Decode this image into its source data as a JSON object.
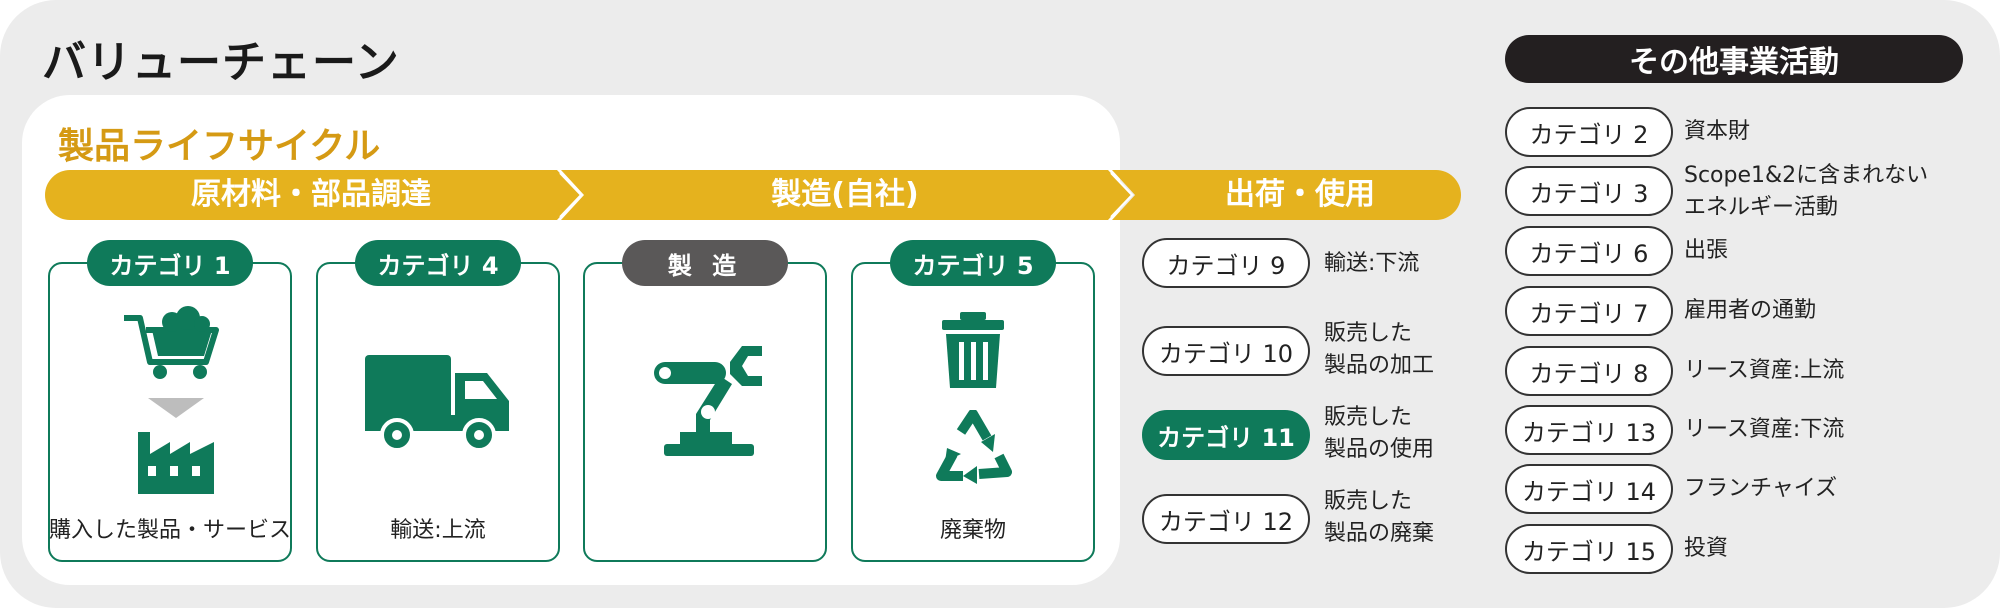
{
  "title": "バリューチェーン",
  "lifecycle": {
    "title": "製品ライフサイクル",
    "phases": [
      "原材料・部品調達",
      "製造(自社)",
      "出荷・使用"
    ],
    "cards": [
      {
        "label": "カテゴリ 1",
        "caption": "購入した製品・サービス",
        "icon": "cart-factory-icon"
      },
      {
        "label": "カテゴリ 4",
        "caption": "輸送:上流",
        "icon": "truck-icon"
      },
      {
        "label": "製 造",
        "caption": "",
        "icon": "robot-arm-icon"
      },
      {
        "label": "カテゴリ 5",
        "caption": "廃棄物",
        "icon": "trash-recycle-icon"
      }
    ]
  },
  "downstream": [
    {
      "label": "カテゴリ 9",
      "desc": "輸送:下流",
      "highlight": false
    },
    {
      "label": "カテゴリ 10",
      "desc": "販売した\n製品の加工",
      "highlight": false
    },
    {
      "label": "カテゴリ 11",
      "desc": "販売した\n製品の使用",
      "highlight": true
    },
    {
      "label": "カテゴリ 12",
      "desc": "販売した\n製品の廃棄",
      "highlight": false
    }
  ],
  "other": {
    "title": "その他事業活動",
    "items": [
      {
        "label": "カテゴリ 2",
        "desc": "資本財"
      },
      {
        "label": "カテゴリ 3",
        "desc": "Scope1&2に含まれない\nエネルギー活動"
      },
      {
        "label": "カテゴリ 6",
        "desc": "出張"
      },
      {
        "label": "カテゴリ 7",
        "desc": "雇用者の通勤"
      },
      {
        "label": "カテゴリ 8",
        "desc": "リース資産:上流"
      },
      {
        "label": "カテゴリ 13",
        "desc": "リース資産:下流"
      },
      {
        "label": "カテゴリ 14",
        "desc": "フランチャイズ"
      },
      {
        "label": "カテゴリ 15",
        "desc": "投資"
      }
    ]
  },
  "colors": {
    "green": "#0f7a5a",
    "gold": "#e5b21e",
    "grey": "#5a5858",
    "dark": "#231f20"
  }
}
